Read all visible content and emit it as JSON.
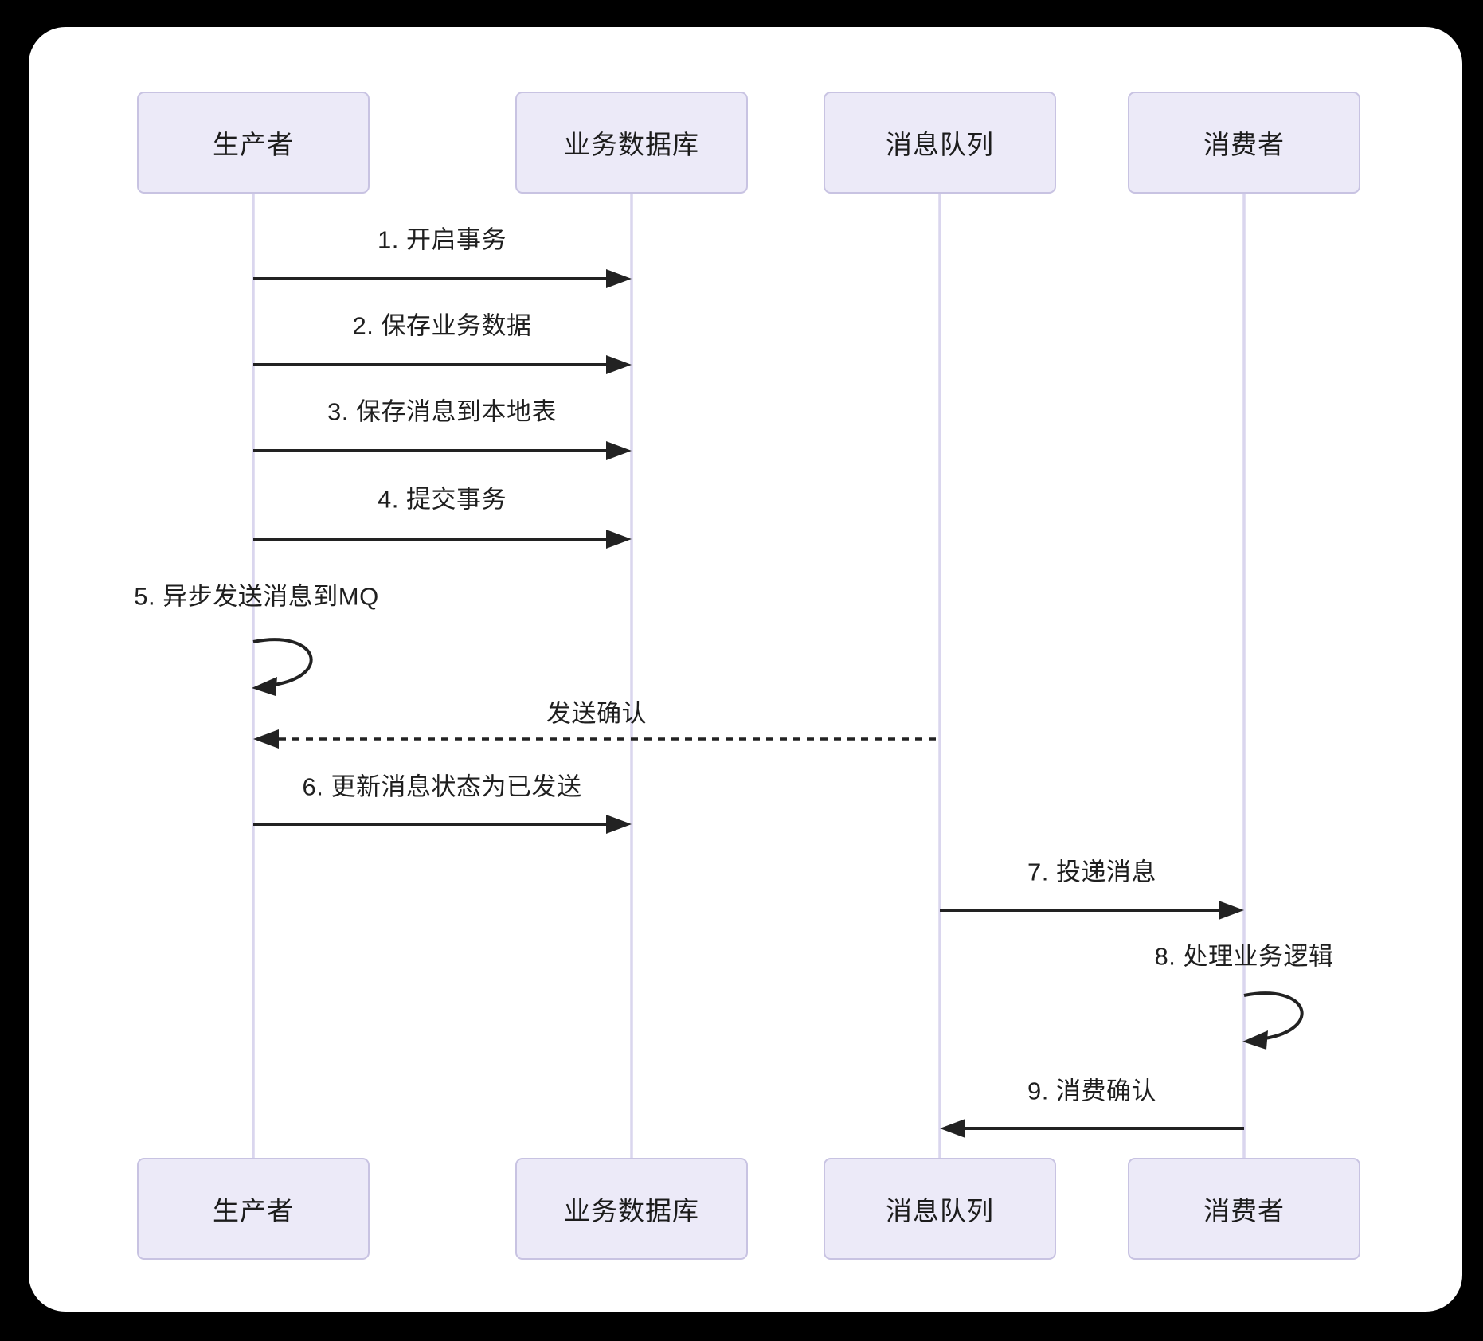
{
  "diagram": {
    "kind": "sequence-diagram",
    "theme": {
      "page_background": "#000000",
      "canvas_background": "#ffffff",
      "actor_fill": "#ECEAF8",
      "actor_border": "#C8C3E2",
      "lifeline_color": "#DAD6EE",
      "arrow_color": "#222222",
      "text_color": "#1f1f1f"
    }
  },
  "actors": [
    {
      "id": "producer",
      "label": "生产者"
    },
    {
      "id": "database",
      "label": "业务数据库"
    },
    {
      "id": "queue",
      "label": "消息队列"
    },
    {
      "id": "consumer",
      "label": "消费者"
    }
  ],
  "messages": [
    {
      "seq": "1",
      "label": "1. 开启事务",
      "from": "producer",
      "to": "database",
      "style": "solid"
    },
    {
      "seq": "2",
      "label": "2. 保存业务数据",
      "from": "producer",
      "to": "database",
      "style": "solid"
    },
    {
      "seq": "3",
      "label": "3. 保存消息到本地表",
      "from": "producer",
      "to": "database",
      "style": "solid"
    },
    {
      "seq": "4",
      "label": "4. 提交事务",
      "from": "producer",
      "to": "database",
      "style": "solid"
    },
    {
      "seq": "5",
      "label": "5. 异步发送消息到MQ",
      "from": "producer",
      "to": "producer",
      "style": "self-loop"
    },
    {
      "seq": "",
      "label": "发送确认",
      "from": "queue",
      "to": "producer",
      "style": "dashed"
    },
    {
      "seq": "6",
      "label": "6. 更新消息状态为已发送",
      "from": "producer",
      "to": "database",
      "style": "solid"
    },
    {
      "seq": "7",
      "label": "7. 投递消息",
      "from": "queue",
      "to": "consumer",
      "style": "solid"
    },
    {
      "seq": "8",
      "label": "8. 处理业务逻辑",
      "from": "consumer",
      "to": "consumer",
      "style": "self-loop"
    },
    {
      "seq": "9",
      "label": "9. 消费确认",
      "from": "consumer",
      "to": "queue",
      "style": "solid"
    }
  ]
}
